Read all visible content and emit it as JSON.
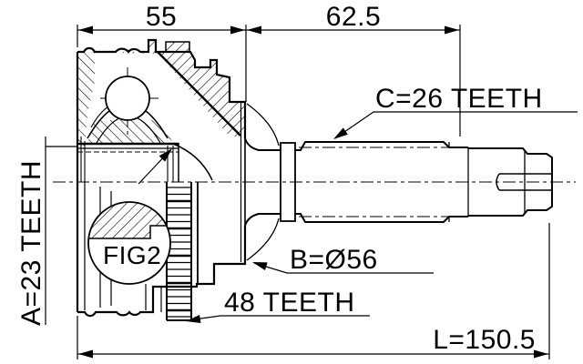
{
  "drawing": {
    "title_hint": "CV joint outer technical drawing",
    "figure": "FIG2",
    "dimensions": {
      "housing_length": "55",
      "shaft_length": "62.5",
      "overall_length": "L=150.5"
    },
    "labels": {
      "inner_spline": "A=23 TEETH",
      "body_diameter": "B=Ø56",
      "shaft_spline": "C=26 TEETH",
      "abs_ring": "48 TEETH"
    },
    "colors": {
      "line": "#000000",
      "background": "#ffffff"
    }
  }
}
